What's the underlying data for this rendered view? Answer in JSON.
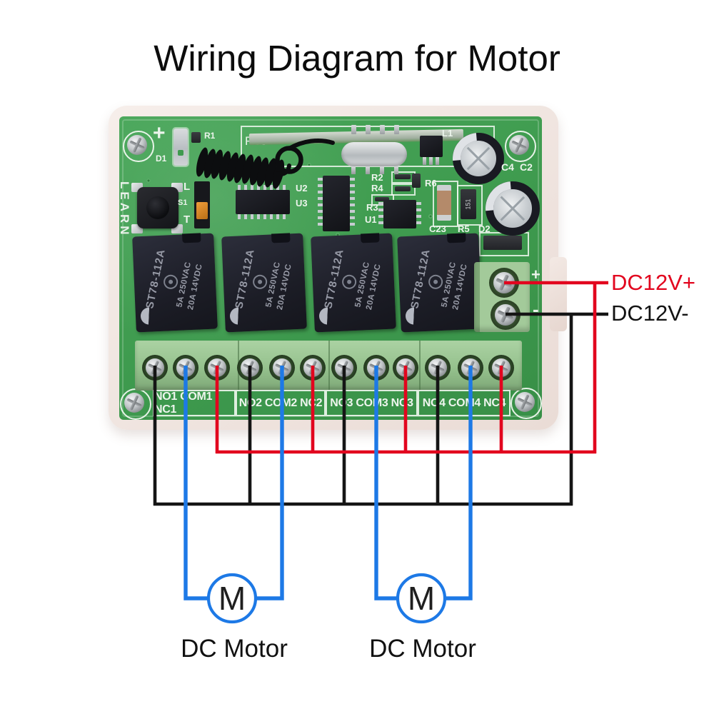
{
  "title": "Wiring Diagram for Motor",
  "board": {
    "learn": "LEARN",
    "silk": {
      "plus": "+",
      "d1": "D1",
      "r1": "R1",
      "rec": "Rec",
      "l": "L",
      "s1": "S1",
      "t": "T",
      "u2": "U2",
      "u3": "U3",
      "r2": "R2",
      "r4": "R4",
      "r6": "R6",
      "r3": "R3",
      "u1": "U1",
      "c23": "C23",
      "r5": "R5",
      "r5_value": "151",
      "d2": "D2",
      "l1": "L1",
      "c4": "C4",
      "c2": "C2",
      "pwr_plus": "+",
      "pwr_minus": "-"
    },
    "relay": {
      "model": "ST78-112A",
      "rating1": "5A 250VAC",
      "rating2": "20A 14VDC"
    },
    "terminals": [
      "NO1 COM1 NC1",
      "NO2 COM2 NC2",
      "NO3 COM3 NC3",
      "NO4 COM4 NC4"
    ]
  },
  "wiring": {
    "dc12v_plus": "DC12V+",
    "dc12v_minus": "DC12V-",
    "colors": {
      "positive": "#e2051e",
      "negative": "#151515",
      "motor_wire": "#1d79e6"
    }
  },
  "motors": [
    {
      "symbol": "M",
      "label": "DC Motor"
    },
    {
      "symbol": "M",
      "label": "DC Motor"
    }
  ]
}
